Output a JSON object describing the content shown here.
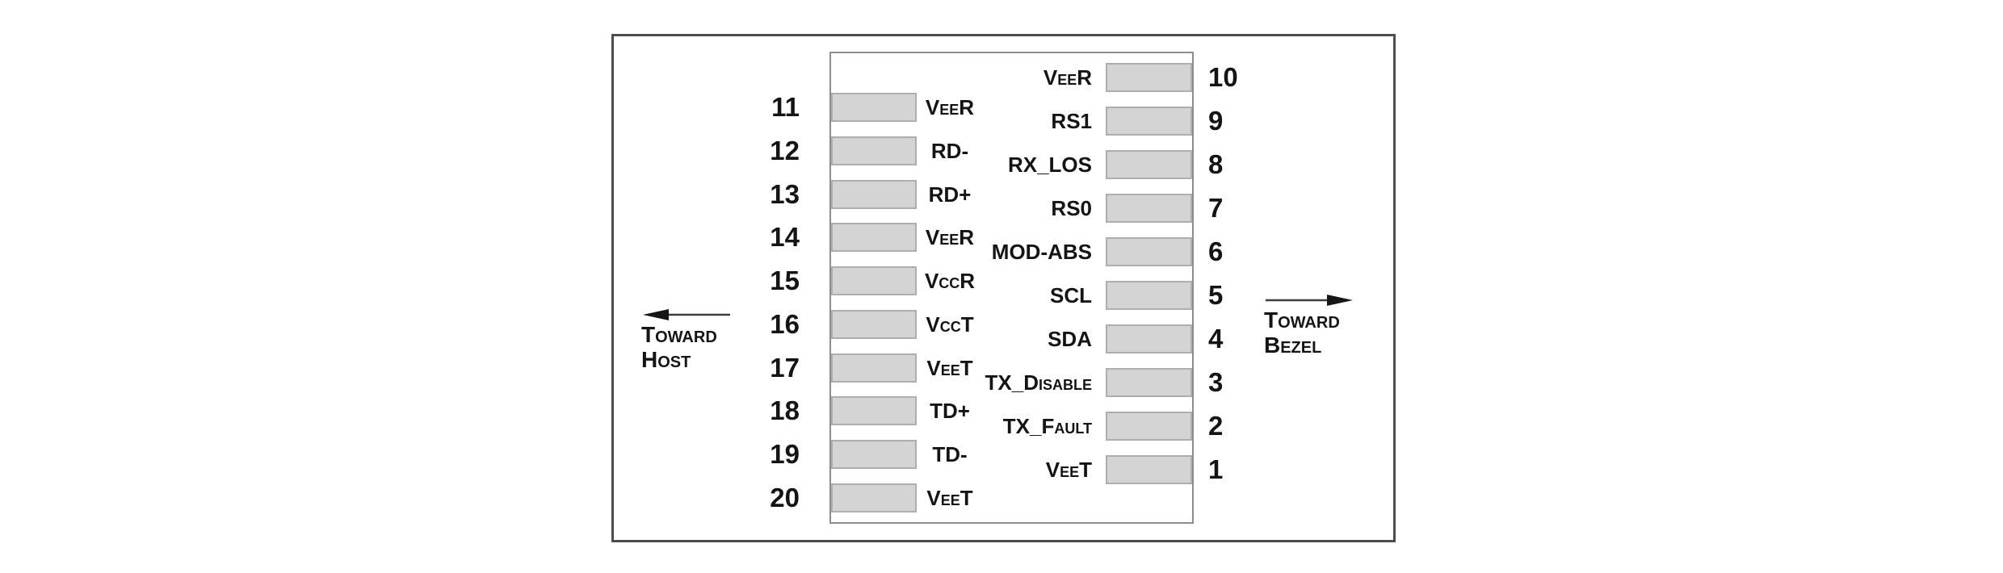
{
  "annotations": {
    "toward_host": {
      "line1": "Toward",
      "line2": "Host"
    },
    "toward_bezel": {
      "line1": "Toward",
      "line2": "Bezel"
    }
  },
  "pins": {
    "left": [
      {
        "number": "11",
        "label": "VeeR"
      },
      {
        "number": "12",
        "label": "RD-"
      },
      {
        "number": "13",
        "label": "RD+"
      },
      {
        "number": "14",
        "label": "VeeR"
      },
      {
        "number": "15",
        "label": "VccR"
      },
      {
        "number": "16",
        "label": "VccT"
      },
      {
        "number": "17",
        "label": "VeeT"
      },
      {
        "number": "18",
        "label": "TD+"
      },
      {
        "number": "19",
        "label": "TD-"
      },
      {
        "number": "20",
        "label": "VeeT"
      }
    ],
    "right": [
      {
        "number": "10",
        "label": "VeeR"
      },
      {
        "number": "9",
        "label": "RS1"
      },
      {
        "number": "8",
        "label": "RX_LOS"
      },
      {
        "number": "7",
        "label": "RS0"
      },
      {
        "number": "6",
        "label": "MOD-ABS"
      },
      {
        "number": "5",
        "label": "SCL"
      },
      {
        "number": "4",
        "label": "SDA"
      },
      {
        "number": "3",
        "label": "TX_Disable"
      },
      {
        "number": "2",
        "label": "TX_Fault"
      },
      {
        "number": "1",
        "label": "VeeT"
      }
    ]
  },
  "colors": {
    "pin_fill": "#d4d4d4",
    "pin_border": "#aeaeae",
    "outer_border": "#4d4d4d",
    "inner_border": "#8d8d8d",
    "text": "#141414"
  }
}
